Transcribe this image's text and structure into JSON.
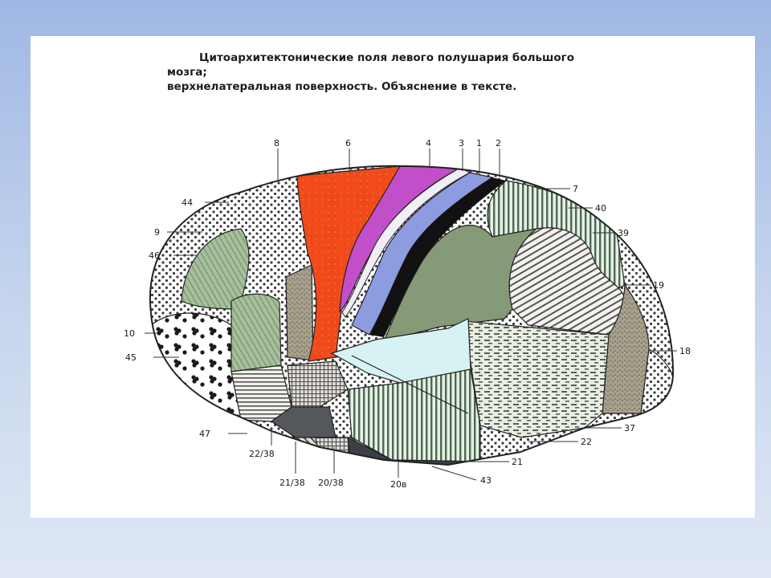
{
  "caption": {
    "line1": "Цитоархитектонические поля левого полушария большого мозга;",
    "line2": "верхнелатеральная поверхность. Объяснение в тексте."
  },
  "labels": {
    "f8": "8",
    "f6": "6",
    "f4": "4",
    "f3": "3",
    "f1": "1",
    "f2": "2",
    "f7": "7",
    "f40": "40",
    "f39": "39",
    "f19": "19",
    "f18": "18",
    "f37": "37",
    "f22": "22",
    "f21": "21",
    "f43": "43",
    "f20b": "20в",
    "f20_38": "20/38",
    "f21_38": "21/38",
    "f22_38": "22/38",
    "f47": "47",
    "f45": "45",
    "f10": "10",
    "f46": "46",
    "f9": "9",
    "f44": "44"
  },
  "colors": {
    "field6": "#f04a1a",
    "field4": "#c24fc9",
    "field3": "#f1eef7",
    "field1": "#8d9be0",
    "field2": "#111111",
    "field40": "#869a78",
    "field43": "#d7f2f2",
    "outline": "#222222"
  }
}
